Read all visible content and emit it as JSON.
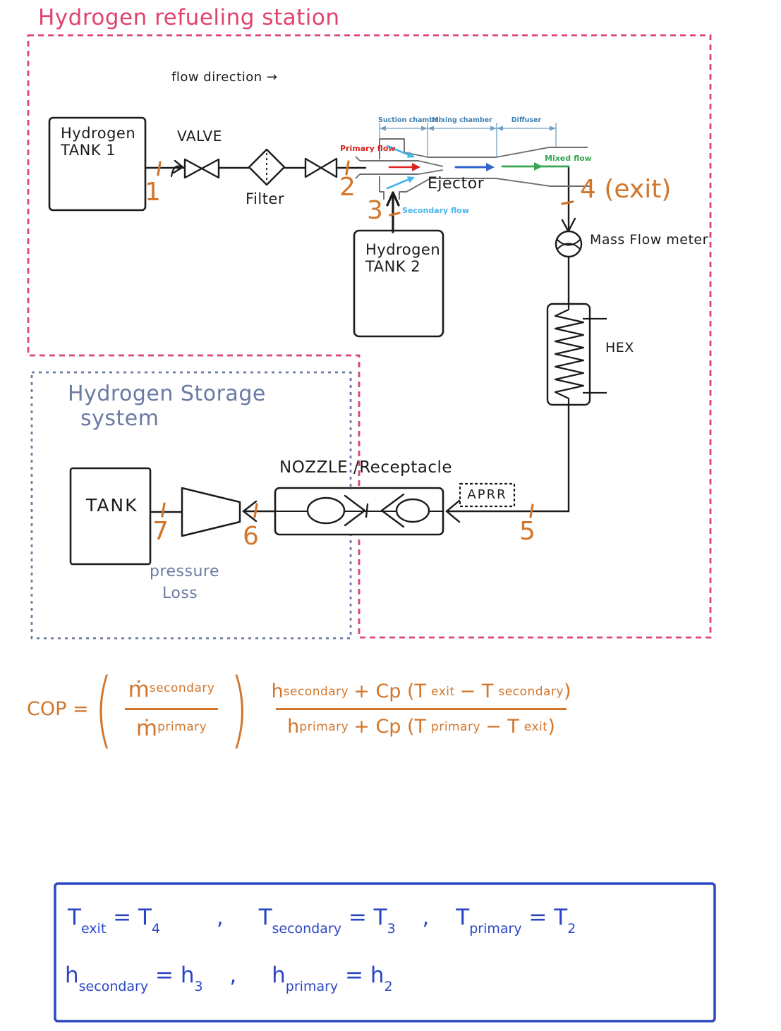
{
  "colors": {
    "station_border": "#e0436e",
    "storage_border": "#6b7aa3",
    "annotation_orange": "#d2762c",
    "definition_blue": "#2b46c5",
    "ink_black": "#1b1b1b",
    "ejector_gray": "#6e6e6e",
    "dimension_blue": "#3f7fb0",
    "primary_red": "#dd2424",
    "secondary_cyan": "#45b5ea",
    "mixed_green": "#3aa553",
    "mixing_arrow_blue": "#2f63cc"
  },
  "station": {
    "title": "Hydrogen refueling station",
    "flow_direction": "flow direction →",
    "tank1_l1": "Hydrogen",
    "tank1_l2": "TANK 1",
    "valve": "VALVE",
    "filter": "Filter",
    "tank2_l1": "Hydrogen",
    "tank2_l2": "TANK 2",
    "ejector": "Ejector",
    "suction": "Suction chamber",
    "mixing": "Mixing chamber",
    "diffuser": "Diffuser",
    "primary_flow": "Primary flow",
    "secondary_flow": "Secondary flow",
    "mixed_flow": "Mixed flow",
    "mass_flow_meter": "Mass Flow meter",
    "hex": "HEX",
    "aprr": "APRR",
    "nozzle": "NOZZLE /Receptacle",
    "p1": "1",
    "p2": "2",
    "p3": "3",
    "p4": "4 (exit)",
    "p5": "5"
  },
  "storage": {
    "title_l1": "Hydrogen Storage",
    "title_l2": "system",
    "tank": "TANK",
    "p6": "6",
    "p7": "7",
    "pressure_l1": "pressure",
    "pressure_l2": "Loss"
  },
  "cop": {
    "lhs": "COP =",
    "paren_open": "(",
    "paren_close": ")",
    "mdot": "ṁ",
    "h": "h",
    "sub_secondary": "secondary",
    "sub_primary": "primary",
    "sub_exit": "exit",
    "plus_cp": "+ Cp (T",
    "minus_t": "− T",
    "rparen": ")"
  },
  "defs": {
    "T": "T",
    "h": "h",
    "sub_exit": "exit",
    "sub_secondary": "secondary",
    "sub_primary": "primary",
    "eqT": "= T",
    "eqh": "= h",
    "s4": "4",
    "s3": "3",
    "s2": "2",
    "comma": ","
  }
}
